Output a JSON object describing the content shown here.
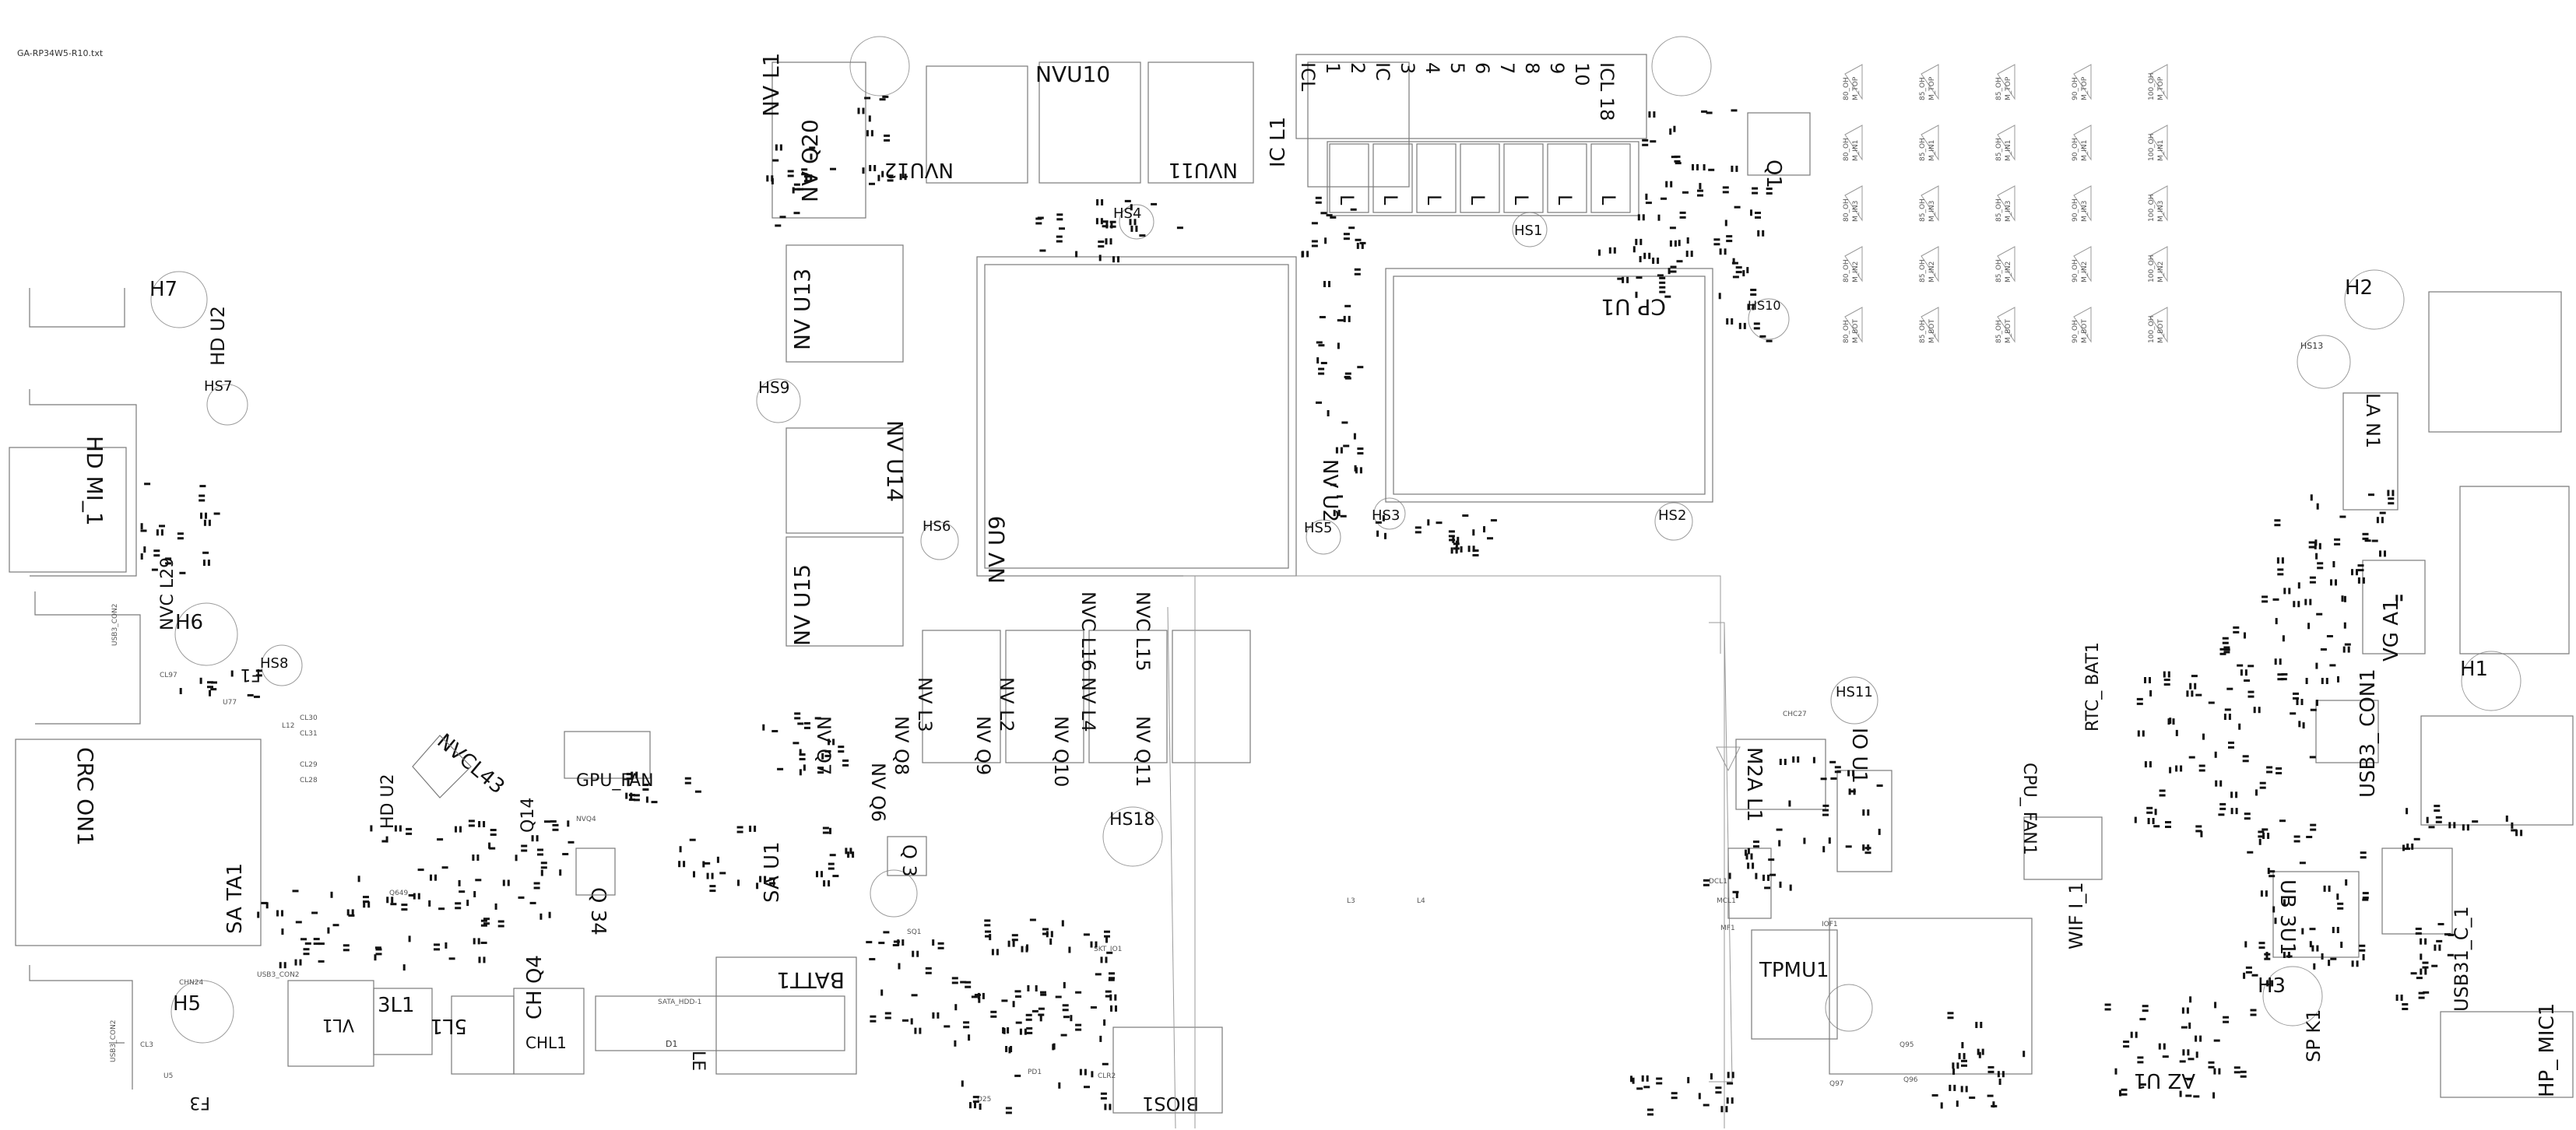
{
  "file_title": "GA-RP34W5-R10.txt",
  "mounting_holes": [
    {
      "id": "H7",
      "label": "H7"
    },
    {
      "id": "H6",
      "label": "H6"
    },
    {
      "id": "H5",
      "label": "H5"
    },
    {
      "id": "H2",
      "label": "H2"
    },
    {
      "id": "H1",
      "label": "H1"
    },
    {
      "id": "H3",
      "label": "H3"
    }
  ],
  "heatsink_holes": [
    {
      "id": "HS7",
      "label": "HS7"
    },
    {
      "id": "HS8",
      "label": "HS8"
    },
    {
      "id": "HS9",
      "label": "HS9"
    },
    {
      "id": "HS6",
      "label": "HS6"
    },
    {
      "id": "HS4",
      "label": "HS4"
    },
    {
      "id": "HS5",
      "label": "HS5"
    },
    {
      "id": "HS3",
      "label": "HS3"
    },
    {
      "id": "HS1",
      "label": "HS1"
    },
    {
      "id": "HS10",
      "label": "HS10"
    },
    {
      "id": "HS2",
      "label": "HS2"
    },
    {
      "id": "HS11",
      "label": "HS11"
    },
    {
      "id": "HS18",
      "label": "HS18"
    },
    {
      "id": "HS13",
      "label": "HS13"
    }
  ],
  "components": {
    "nvu10": "NVU10",
    "nvu12": "NVU12",
    "nvu11": "NVU11",
    "nv_u13": "NV U13",
    "nv_u14": "NV U14",
    "nv_u15": "NV U15",
    "nv_u9": "NV U9",
    "nv_u2": "NV U2",
    "nv_u20": "NV Q20",
    "nv_l1": "NV L1",
    "ic_l1": "IC L1",
    "cp_u1": "CP U1",
    "hd_u2": "HD U2",
    "hdmi_1": "HD MI_1",
    "crcon1": "CRC ON1",
    "sata1": "SA TA1",
    "sa_u1": "SA U1",
    "batt1": "BATT1",
    "bios1": "BIOS1",
    "gpu_fan": "GPU_FAN",
    "nvcl43": "NVCL43",
    "m2a_l1": "M2A L1",
    "io_u1": "IO U1",
    "cpu_fan1": "CPU_ FAN1",
    "rtc_bat1": "RTC_ BAT1",
    "usb3_con1": "USB3_ CON1",
    "usb31_c_1": "USB31_C_1",
    "ub_u1": "UB 3U1",
    "wifi_1": "WIF I_1",
    "tpmu1": "TPMU1",
    "hp_mic1": "HP_ MIC1",
    "az_u1": "AZ U1",
    "sp_k1": "SP K1",
    "vga1": "VG A1",
    "lan1": "LA N1",
    "ch_q4": "CH Q4",
    "chl1": "CHL1",
    "vl1": "VL1",
    "l1_3": "3L1",
    "l1_5": "5L1",
    "f1": "F1",
    "f3": "F3",
    "q34": "Q 34",
    "q3": "Q 3",
    "q14": "Q14",
    "q1": "Q1",
    "nvc_l29": "NVC L29",
    "usbc_con2": "USB3_CON2",
    "d1": "D1",
    "le": "LE"
  },
  "inductor_row_labels": [
    "ICL",
    "1",
    "2",
    "IC",
    "3",
    "4",
    "5",
    "6",
    "7",
    "8",
    "9",
    "10",
    "ICL 18"
  ],
  "phase_stack_labels": [
    "NV Q7",
    "NV Q8",
    "NV Q9",
    "NV Q10",
    "NV Q11",
    "NV Q6",
    "NV L3",
    "NV L2",
    "NV L4",
    "NVC L16",
    "NVC L15"
  ],
  "impedance_grid": {
    "columns": [
      "80_OH",
      "85_OH",
      "85_OH",
      "90_OH",
      "100_OH"
    ],
    "rows": [
      "M_TOP",
      "M_IN1",
      "M_IN3",
      "M_IN2",
      "M_BOT"
    ]
  },
  "small_refs": [
    "U77",
    "CL97",
    "CL3",
    "U5",
    "CHN24",
    "USB3_CON2",
    "L12",
    "CL30",
    "CL31",
    "CL29",
    "CL28",
    "Q649",
    "NVQ4",
    "DCL1",
    "MCL1",
    "MF1",
    "CHC27",
    "IOF1",
    "Q95",
    "Q96",
    "Q97",
    "SQ1",
    "D25",
    "PD1",
    "CLR2",
    "SATA_HDD-1",
    "SKT_IO1",
    "L3",
    "L4"
  ],
  "colors": {
    "background": "#ffffff",
    "ink": "#111111",
    "outline": "#7a7a7a"
  }
}
